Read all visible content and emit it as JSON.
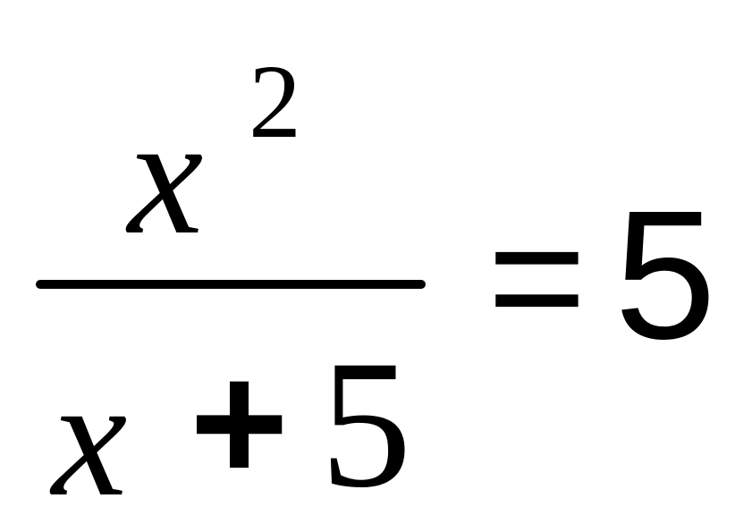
{
  "equation": {
    "numerator": {
      "variable": "x",
      "exponent": "2"
    },
    "denominator": {
      "variable": "x",
      "operator": "+",
      "constant": "5"
    },
    "relation": "=",
    "rhs": "5"
  }
}
